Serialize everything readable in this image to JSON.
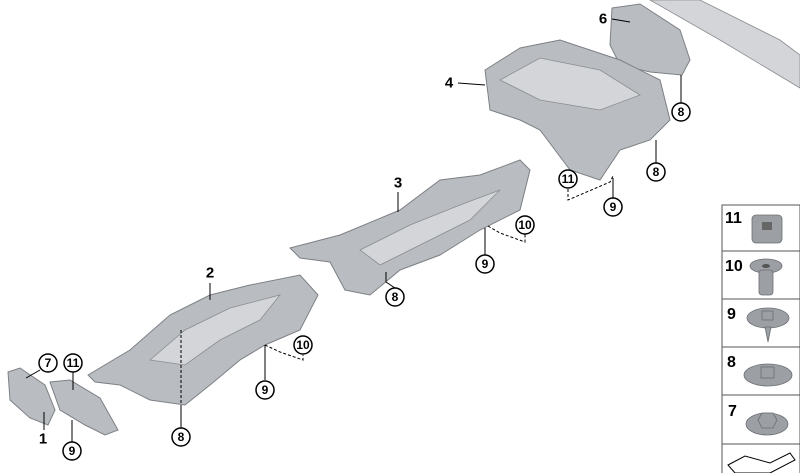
{
  "part_labels": {
    "p1": "1",
    "p2": "2",
    "p3": "3",
    "p4": "4",
    "p6": "6"
  },
  "callouts": {
    "c7a": "7",
    "c11a": "11",
    "c9a": "9",
    "c8a": "8",
    "c10a": "10",
    "c9b": "9",
    "c8b": "8",
    "c10b": "10",
    "c9c": "9",
    "c11b": "11",
    "c9d": "9",
    "c8c": "8",
    "c8d": "8"
  },
  "legend": {
    "items": [
      {
        "number": "11",
        "icon": "clip-nut-icon"
      },
      {
        "number": "10",
        "icon": "expanding-rivet-icon"
      },
      {
        "number": "9",
        "icon": "washer-stud-icon"
      },
      {
        "number": "8",
        "icon": "washer-nut-icon"
      },
      {
        "number": "7",
        "icon": "flange-nut-icon"
      }
    ],
    "footer_icon": "sheet-bracket-icon"
  }
}
